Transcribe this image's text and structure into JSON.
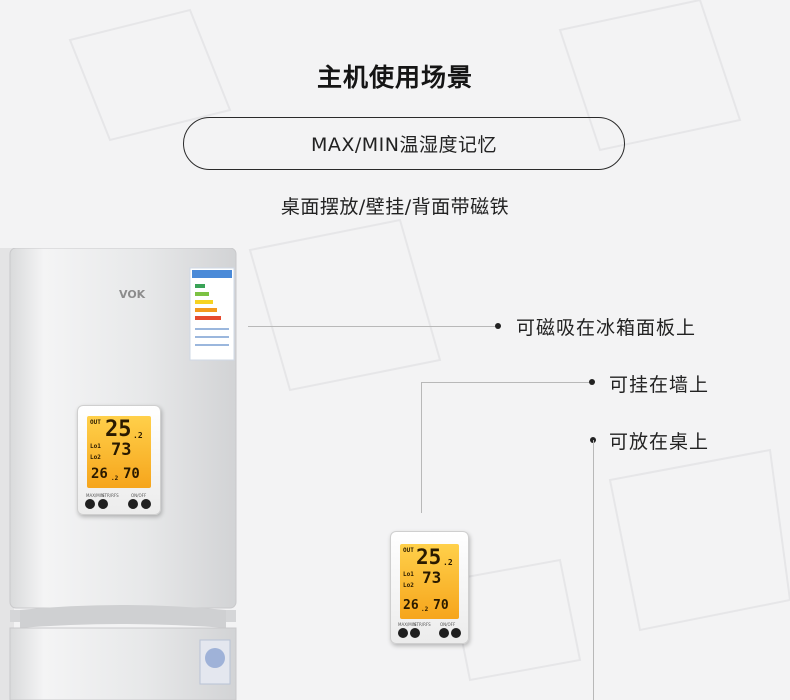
{
  "header": {
    "title": "主机使用场景",
    "feature_pill": "MAX/MIN温湿度记忆",
    "subtitle": "桌面摆放/壁挂/背面带磁铁"
  },
  "callouts": [
    {
      "text": "可磁吸在冰箱面板上"
    },
    {
      "text": "可挂在墙上"
    },
    {
      "text": "可放在桌上"
    }
  ],
  "fridge": {
    "brand": "VOK"
  },
  "device": {
    "indoor_temp_big": "25",
    "indoor_temp_decimal": ".2",
    "humidity_big": "73",
    "outdoor_temp": "26",
    "outdoor_temp_decimal": ".2",
    "outdoor_humidity": "70",
    "lcd_tag": "OUT",
    "lcd_labels": [
      "Lo1",
      "Lo2"
    ],
    "button_labels": [
      "MAX/MIN",
      "STR/RFS",
      "ON/OFF"
    ]
  },
  "colors": {
    "background": "#f3f3f4",
    "lcd": "#f6a51c",
    "text": "#222222"
  }
}
